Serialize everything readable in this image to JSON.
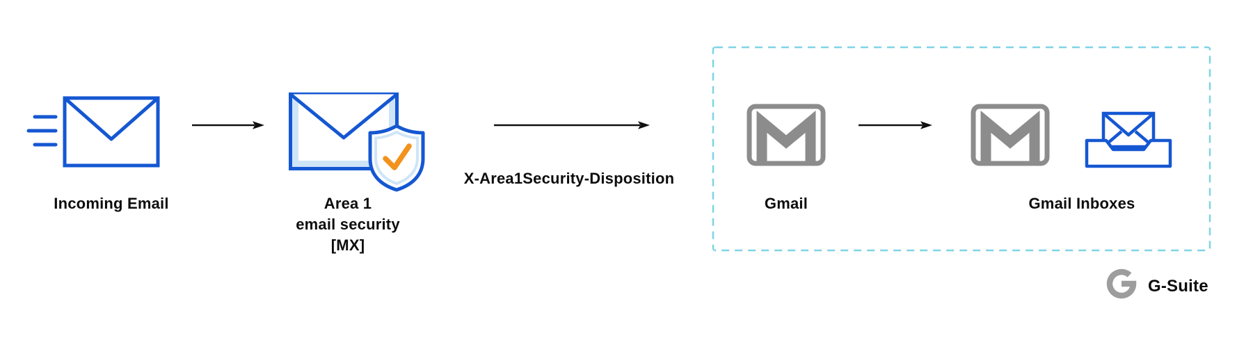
{
  "colors": {
    "blue": "#1557d2",
    "light_blue": "#cfe5f7",
    "orange": "#f2921d",
    "gray": "#8c8c8c",
    "dashed_border": "#7fd4e4",
    "arrow": "#101010",
    "text": "#0d0d0d",
    "g_gray": "#9d9d9d"
  },
  "flow": {
    "incoming_email": {
      "label": "Incoming Email",
      "icon": "envelope-icon"
    },
    "area1": {
      "lines": [
        "Area 1",
        "email security",
        "[MX]"
      ],
      "icon": "envelope-shield-check-icon"
    },
    "disposition": {
      "label": "X-Area1Security-Disposition"
    },
    "gmail": {
      "label": "Gmail",
      "icon": "gmail-icon"
    },
    "gmail_inboxes": {
      "label": "Gmail Inboxes",
      "icons": [
        "gmail-icon",
        "inbox-envelope-icon"
      ]
    }
  },
  "footer": {
    "brand": "G-Suite",
    "icon": "google-g-icon"
  }
}
